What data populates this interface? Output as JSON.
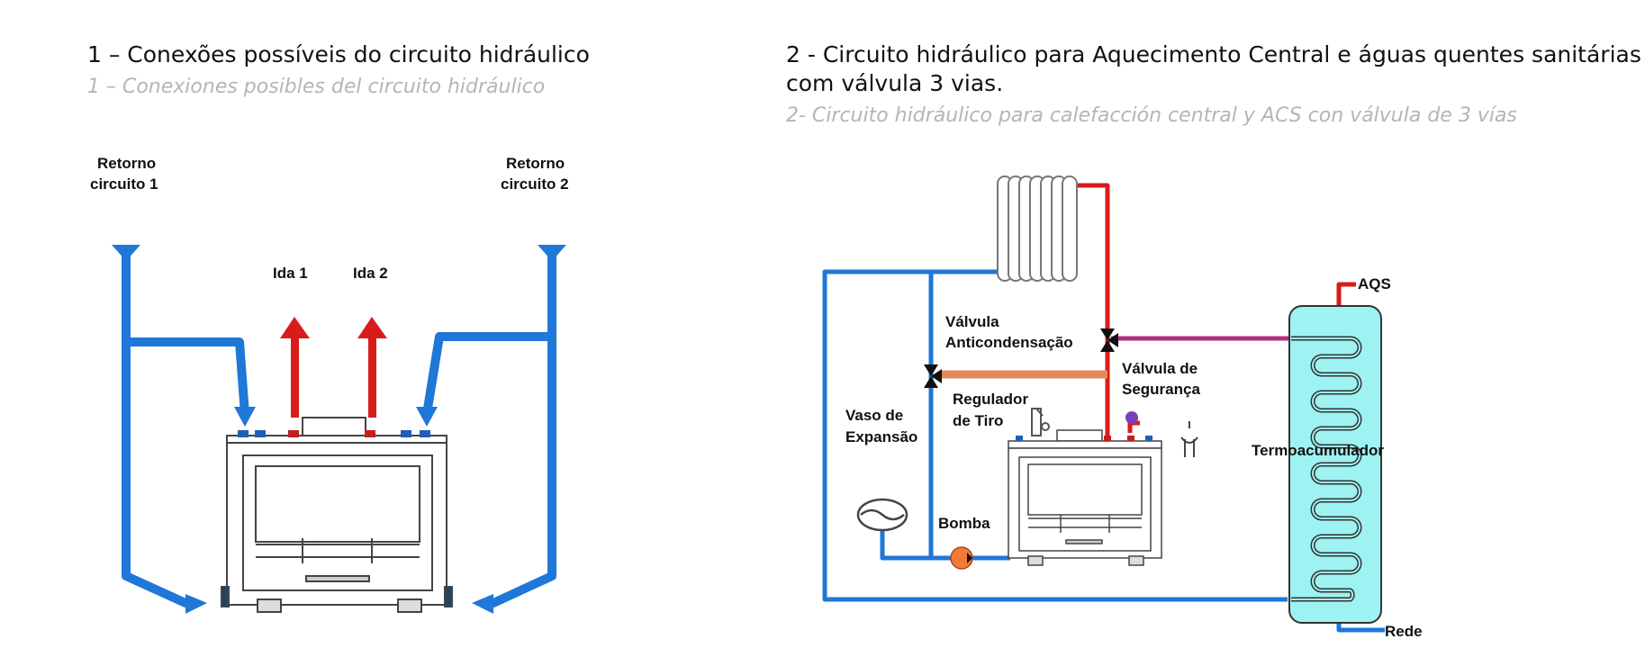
{
  "left": {
    "title": "1 – Conexões possíveis do circuito hidráulico",
    "subtitle": "1 – Conexiones posibles del circuito hidráulico",
    "labels": {
      "return1_l1": "Retorno",
      "return1_l2": "circuito 1",
      "return2_l1": "Retorno",
      "return2_l2": "circuito 2",
      "flow1": "Ida 1",
      "flow2": "Ida 2"
    }
  },
  "right": {
    "title_l1": "2 - Circuito hidráulico para Aquecimento Central e águas quentes sanitárias",
    "title_l2": "com válvula 3 vias.",
    "subtitle": "2- Circuito hidráulico para calefacción central y ACS con válvula de 3 vías",
    "labels": {
      "valve_l1": "Válvula",
      "valve_l2": "Anticondensação",
      "safety_l1": "Válvula de",
      "safety_l2": "Segurança",
      "draft_l1": "Regulador",
      "draft_l2": "de Tiro",
      "exp_l1": "Vaso de",
      "exp_l2": "Expansão",
      "pump": "Bomba",
      "tank": "Termoacumulador",
      "aqs": "AQS",
      "mains": "Rede"
    }
  },
  "colors": {
    "blue_pipe": "#1f77d8",
    "red_pipe": "#d81c1c",
    "magenta_pipe": "#b0307a",
    "orange_pipe": "#e38a5a",
    "tank_fill": "#9ff2f2",
    "pump": "#f07a3a"
  }
}
